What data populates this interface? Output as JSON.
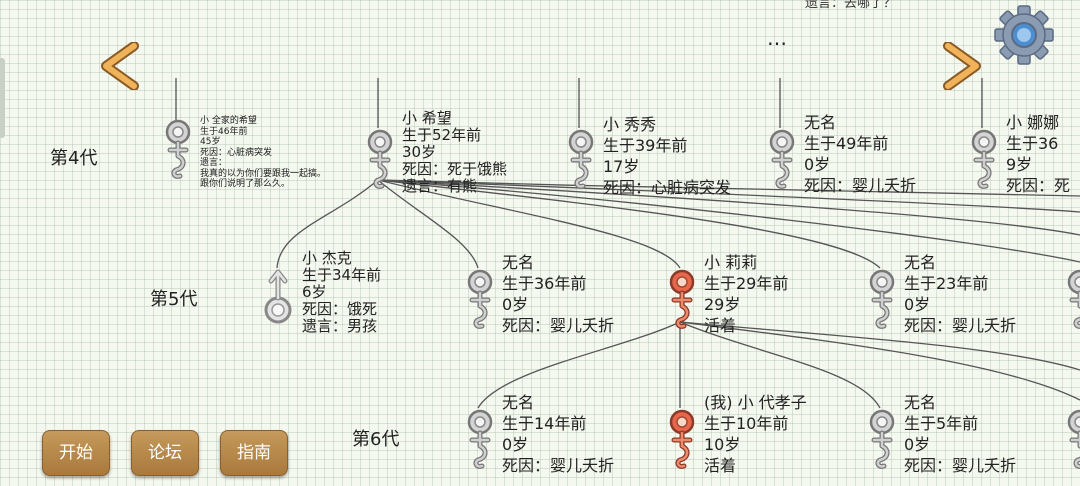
{
  "top": {
    "partial_text": "遗言：去哪了？",
    "ellipsis": "…"
  },
  "generations": [
    {
      "label": "第4代"
    },
    {
      "label": "第5代"
    },
    {
      "label": "第6代"
    }
  ],
  "gen4": [
    {
      "name": "小 全家的希望",
      "born": "生于46年前",
      "age": "45岁",
      "cause": "死因：心脏病突发",
      "will": "遗言：",
      "will2": "我真的以为你们要跟我一起搞。",
      "will3": "跟你们说明了那么久。",
      "icon": "female-icon"
    },
    {
      "name": "小 希望",
      "born": "生于52年前",
      "age": "30岁",
      "cause": "死因：死于饿熊",
      "will": "遗言：有熊",
      "icon": "female-icon"
    },
    {
      "name": "小 秀秀",
      "born": "生于39年前",
      "age": "17岁",
      "cause": "死因：心脏病突发",
      "icon": "female-icon"
    },
    {
      "name": "无名",
      "born": "生于49年前",
      "age": "0岁",
      "cause": "死因：婴儿夭折",
      "icon": "female-icon"
    },
    {
      "name": "小 娜娜",
      "born": "生于36",
      "age": "9岁",
      "cause": "死因：死",
      "icon": "female-icon"
    }
  ],
  "gen5": [
    {
      "name": "小 杰克",
      "born": "生于34年前",
      "age": "6岁",
      "cause": "死因：饿死",
      "will": "遗言：男孩",
      "icon": "male-icon"
    },
    {
      "name": "无名",
      "born": "生于36年前",
      "age": "0岁",
      "cause": "死因：婴儿夭折",
      "icon": "female-icon"
    },
    {
      "name": "小 莉莉",
      "born": "生于29年前",
      "age": "29岁",
      "cause": "活着",
      "icon": "female-alive-icon"
    },
    {
      "name": "无名",
      "born": "生于23年前",
      "age": "0岁",
      "cause": "死因：婴儿夭折",
      "icon": "female-icon"
    }
  ],
  "gen6": [
    {
      "name": "无名",
      "born": "生于14年前",
      "age": "0岁",
      "cause": "死因：婴儿夭折",
      "icon": "female-icon"
    },
    {
      "name": "(我) 小 代孝子",
      "born": "生于10年前",
      "age": "10岁",
      "cause": "活着",
      "icon": "female-alive-icon"
    },
    {
      "name": "无名",
      "born": "生于5年前",
      "age": "0岁",
      "cause": "死因：婴儿夭折",
      "icon": "female-icon"
    }
  ],
  "buttons": {
    "start": "开始",
    "forum": "论坛",
    "guide": "指南"
  },
  "colors": {
    "button": "#b4864a",
    "alive": "#e06a4a",
    "dead": "#c9c9c9"
  }
}
